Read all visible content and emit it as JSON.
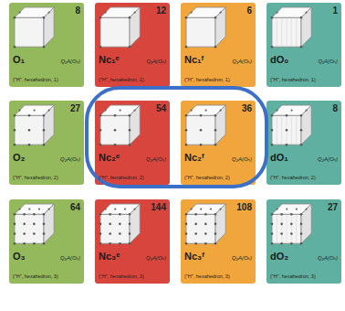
{
  "diagram": {
    "nodes": [
      {
        "text": [
          "8",
          "O₁",
          "Q₁A(Oₕ)",
          "(\"H\", hexahedron, 1)"
        ]
      },
      {
        "text": [
          "12",
          "Nc₁ᵉ",
          "Q₁A(Oₕ)",
          "(\"H\", hexahedron, 1)"
        ]
      },
      {
        "text": [
          "6",
          "Nc₁ᶠ",
          "Q₁A(Oₕ)",
          "(\"H\", hexahedron, 1)"
        ]
      },
      {
        "text": [
          "1",
          "dO₀",
          "Q₁A(Oₕ)",
          "(\"H\", hexahedron, 1)"
        ]
      },
      {
        "text": [
          "27",
          "O₂",
          "Q₂A(Oₕ)",
          "(\"H\", hexahedron, 2)"
        ]
      },
      {
        "text": [
          "54",
          "Nc₂ᵉ",
          "Q₂A(Oₕ)",
          "(\"H\", hexahedron, 2)"
        ]
      },
      {
        "text": [
          "36",
          "Nc₂ᶠ",
          "Q₂A(Oₕ)",
          "(\"H\", hexahedron, 2)"
        ]
      },
      {
        "text": [
          "8",
          "dO₁",
          "Q₂A(Oₕ)",
          "(\"H\", hexahedron, 2)"
        ]
      },
      {
        "text": [
          "64",
          "O₃",
          "Q₃A(Oₕ)",
          "(\"H\", hexahedron, 3)"
        ]
      },
      {
        "text": [
          "144",
          "Nc₃ᵉ",
          "Q₃A(Oₕ)",
          "(\"H\", hexahedron, 3)"
        ]
      },
      {
        "text": [
          "108",
          "Nc₃ᶠ",
          "Q₃A(Oₕ)",
          "(\"H\", hexahedron, 3)"
        ]
      },
      {
        "text": [
          "27",
          "dO₂",
          "Q₃A(Oₕ)",
          "(\"H\", hexahedron, 3)"
        ]
      }
    ]
  }
}
